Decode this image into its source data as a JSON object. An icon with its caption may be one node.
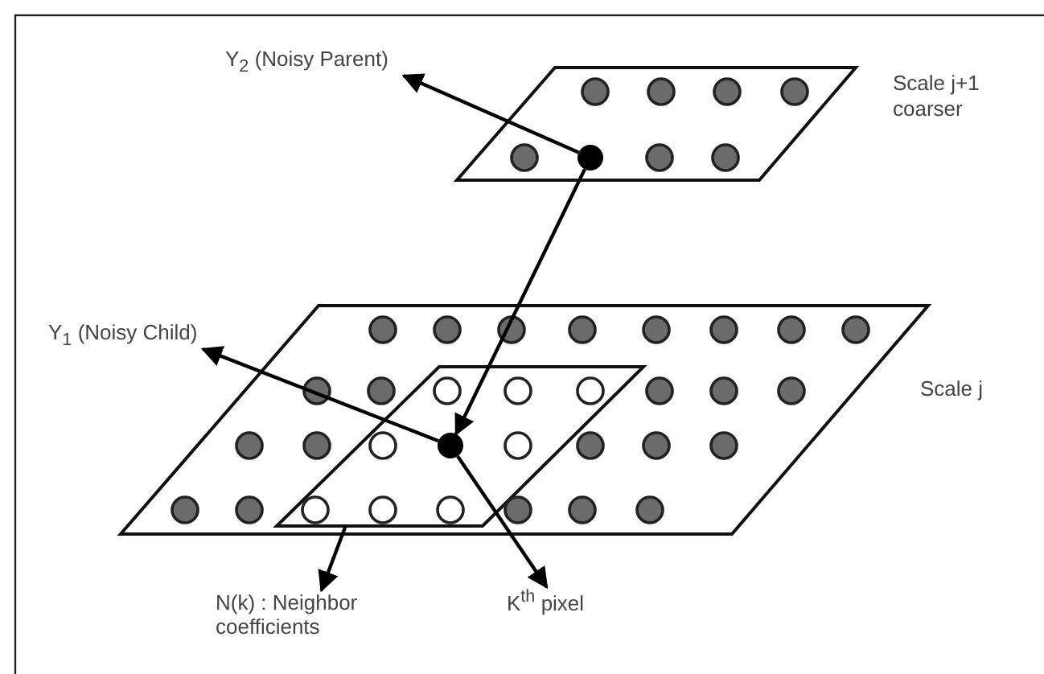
{
  "diagram": {
    "nodes": [
      {
        "text": [],
        "shape": "parallelogram",
        "beside": [
          "Scale j+1 coarser"
        ]
      },
      {
        "text": [],
        "shape": "circle",
        "in": 0
      },
      {
        "text": [
          "Y$_{2}$ (Noisy Parent)"
        ]
      },
      {
        "text": [],
        "shape": "parallelogram",
        "beside": [
          "Scale j"
        ]
      },
      {
        "text": [],
        "shape": "parallelogram",
        "in": 3
      },
      {
        "text": [],
        "shape": "circle",
        "in": 4
      },
      {
        "text": [
          "Y$_{1}$ (Noisy Child)"
        ]
      },
      {
        "text": [
          "N(k) : Neighbor coefficients"
        ]
      },
      {
        "text": [
          "K$^{th}$ pixel"
        ]
      }
    ],
    "edges": [
      {
        "from": 1,
        "to": 2,
        "arrow": "to"
      },
      {
        "from": 1,
        "to": 5,
        "arrow": "to"
      },
      {
        "from": 5,
        "to": 6,
        "arrow": "to"
      },
      {
        "from": 4,
        "to": 7,
        "arrow": "to"
      },
      {
        "from": 5,
        "to": 8,
        "arrow": "to"
      }
    ]
  }
}
